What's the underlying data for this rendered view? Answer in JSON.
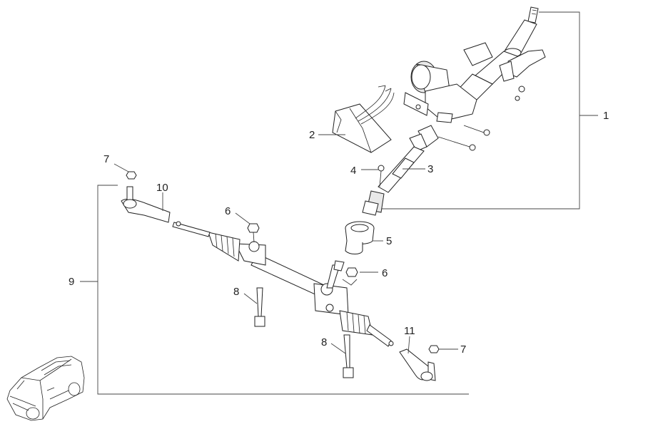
{
  "diagram": {
    "callouts": [
      {
        "id": "1",
        "text": "1"
      },
      {
        "id": "2",
        "text": "2"
      },
      {
        "id": "3",
        "text": "3"
      },
      {
        "id": "4",
        "text": "4"
      },
      {
        "id": "5",
        "text": "5"
      },
      {
        "id": "6a",
        "text": "6"
      },
      {
        "id": "6b",
        "text": "6"
      },
      {
        "id": "7a",
        "text": "7"
      },
      {
        "id": "7b",
        "text": "7"
      },
      {
        "id": "8a",
        "text": "8"
      },
      {
        "id": "8b",
        "text": "8"
      },
      {
        "id": "9",
        "text": "9"
      },
      {
        "id": "10",
        "text": "10"
      },
      {
        "id": "11",
        "text": "11"
      }
    ]
  }
}
